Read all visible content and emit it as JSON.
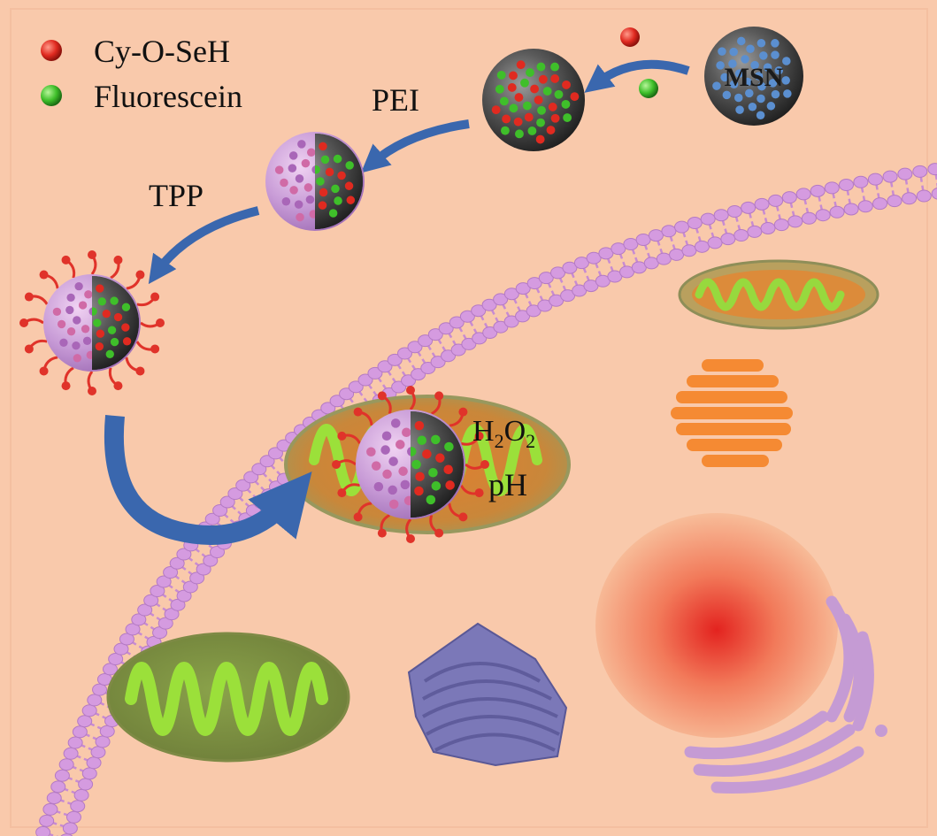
{
  "legend": {
    "items": [
      {
        "label": "Cy-O-SeH",
        "color": "#e02a20"
      },
      {
        "label": "Fluorescein",
        "color": "#3fbf2a"
      }
    ]
  },
  "labels": {
    "msn": "MSN",
    "pei": "PEI",
    "tpp": "TPP",
    "h2o2_main": "H",
    "h2o2_sub1": "2",
    "h2o2_o": "O",
    "h2o2_sub2": "2",
    "ph": "pH"
  },
  "colors": {
    "background": "#f9c9ab",
    "membrane": "#cf8fd6",
    "arrow": "#3a67ae",
    "mito_shell": "#a2a26a",
    "mito_inner": "#d87a34",
    "cristae": "#97d93e",
    "golgi": "#f58a33",
    "er": "#7b78b8",
    "nucleus": "#e83a2e",
    "nucleus_outer": "#f9c09a",
    "er_purple": "#c59bd4",
    "particle_core": "#555555",
    "coating": "#c49ad7"
  }
}
